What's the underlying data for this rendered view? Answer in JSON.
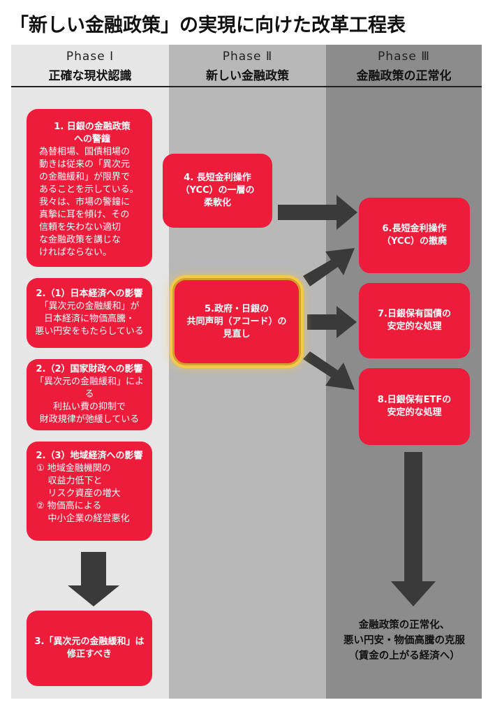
{
  "title": "「新しい金融政策」の実現に向けた改革工程表",
  "phases": [
    {
      "label": "Phase Ⅰ",
      "name": "正確な現状認識"
    },
    {
      "label": "Phase Ⅱ",
      "name": "新しい金融政策"
    },
    {
      "label": "Phase Ⅲ",
      "name": "金融政策の正常化"
    }
  ],
  "boxes": {
    "b1": {
      "title": "1. 日銀の金融政策\nへの警鐘",
      "body": "為替相場、国債相場の\n動きは従来の「異次元\nの金融緩和」が限界で\nあることを示している。\n我々は、市場の警鐘に\n真摯に耳を傾け、その\n信頼を失わない適切\nな金融政策を講じな\nければならない。"
    },
    "b21": {
      "title": "2.（1）日本経済への影響",
      "body": "「異次元の金融緩和」が\n日本経済に物価高騰・\n悪い円安をもたらしている"
    },
    "b22": {
      "title": "2.（2）国家財政への影響",
      "body": "「異次元の金融緩和」による\n利払い費の抑制で\n財政規律が弛緩している"
    },
    "b23": {
      "title": "2.（3）地域経済への影響",
      "items": [
        "① 地域金融機関の",
        "    収益力低下と",
        "    リスク資産の増大",
        "② 物価高による",
        "    中小企業の経営悪化"
      ]
    },
    "b3": {
      "text": "3.「異次元の金融緩和」は\n修正すべき"
    },
    "b4": {
      "text": "4. 長短金利操作\n（YCC）の一層の\n柔軟化"
    },
    "b5": {
      "text": "5.政府・日銀の\n共同声明（アコード）の\n見直し"
    },
    "b6": {
      "text": "6.長短金利操作\n（YCC）の撤廃"
    },
    "b7": {
      "text": "7.日銀保有国債の\n安定的な処理"
    },
    "b8": {
      "text": "8.日銀保有ETFの\n安定的な処理"
    }
  },
  "final_outcome": [
    "金融政策の正常化、",
    "悪い円安・物価高騰の克服",
    "（賃金の上がる経済へ）"
  ],
  "colors": {
    "box_red": "#ee1c3b",
    "highlight_gold": "#f2c94c",
    "arrow": "#3a3a3a",
    "phase1_bg": "#e6e6e6",
    "phase2_bg": "#b8b8b8",
    "phase3_bg": "#8c8c8c"
  }
}
